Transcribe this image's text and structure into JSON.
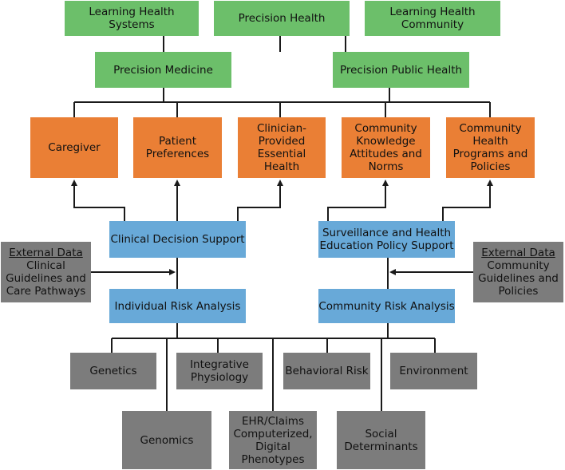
{
  "top": {
    "learning_health_systems": "Learning Health\nSystems",
    "precision_health": "Precision Health",
    "learning_health_community": "Learning Health\nCommunity",
    "precision_medicine": "Precision Medicine",
    "precision_public_health": "Precision Public Health"
  },
  "outcomes": {
    "caregiver": "Caregiver",
    "patient_preferences": "Patient\nPreferences",
    "clinician_provided": "Clinician-\nProvided\nEssential\nHealth",
    "community_knowledge": "Community\nKnowledge\nAttitudes and\nNorms",
    "community_health_programs": "Community\nHealth\nPrograms and\nPolicies"
  },
  "support": {
    "clinical_decision_support": "Clinical Decision Support",
    "surveillance_policy_support": "Surveillance and Health\nEducation Policy Support"
  },
  "external_clinical": {
    "label": "External Data",
    "text": "Clinical\nGuidelines and\nCare Pathways"
  },
  "external_community": {
    "label": "External Data",
    "text": "Community\nGuidelines and\nPolicies"
  },
  "analysis": {
    "individual_risk": "Individual Risk Analysis",
    "community_risk": "Community Risk Analysis"
  },
  "sources": {
    "genetics": "Genetics",
    "integrative_physiology": "Integrative\nPhysiology",
    "behavioral_risk": "Behavioral Risk",
    "environment": "Environment",
    "genomics": "Genomics",
    "ehr_claims": "EHR/Claims\nComputerized,\nDigital\nPhenotypes",
    "social_determinants": "Social\nDeterminants"
  },
  "colors": {
    "green": "#6cbf6a",
    "orange": "#ea7f35",
    "blue": "#68a9d8",
    "gray": "#7c7c7c",
    "line": "#1a1a1a"
  }
}
